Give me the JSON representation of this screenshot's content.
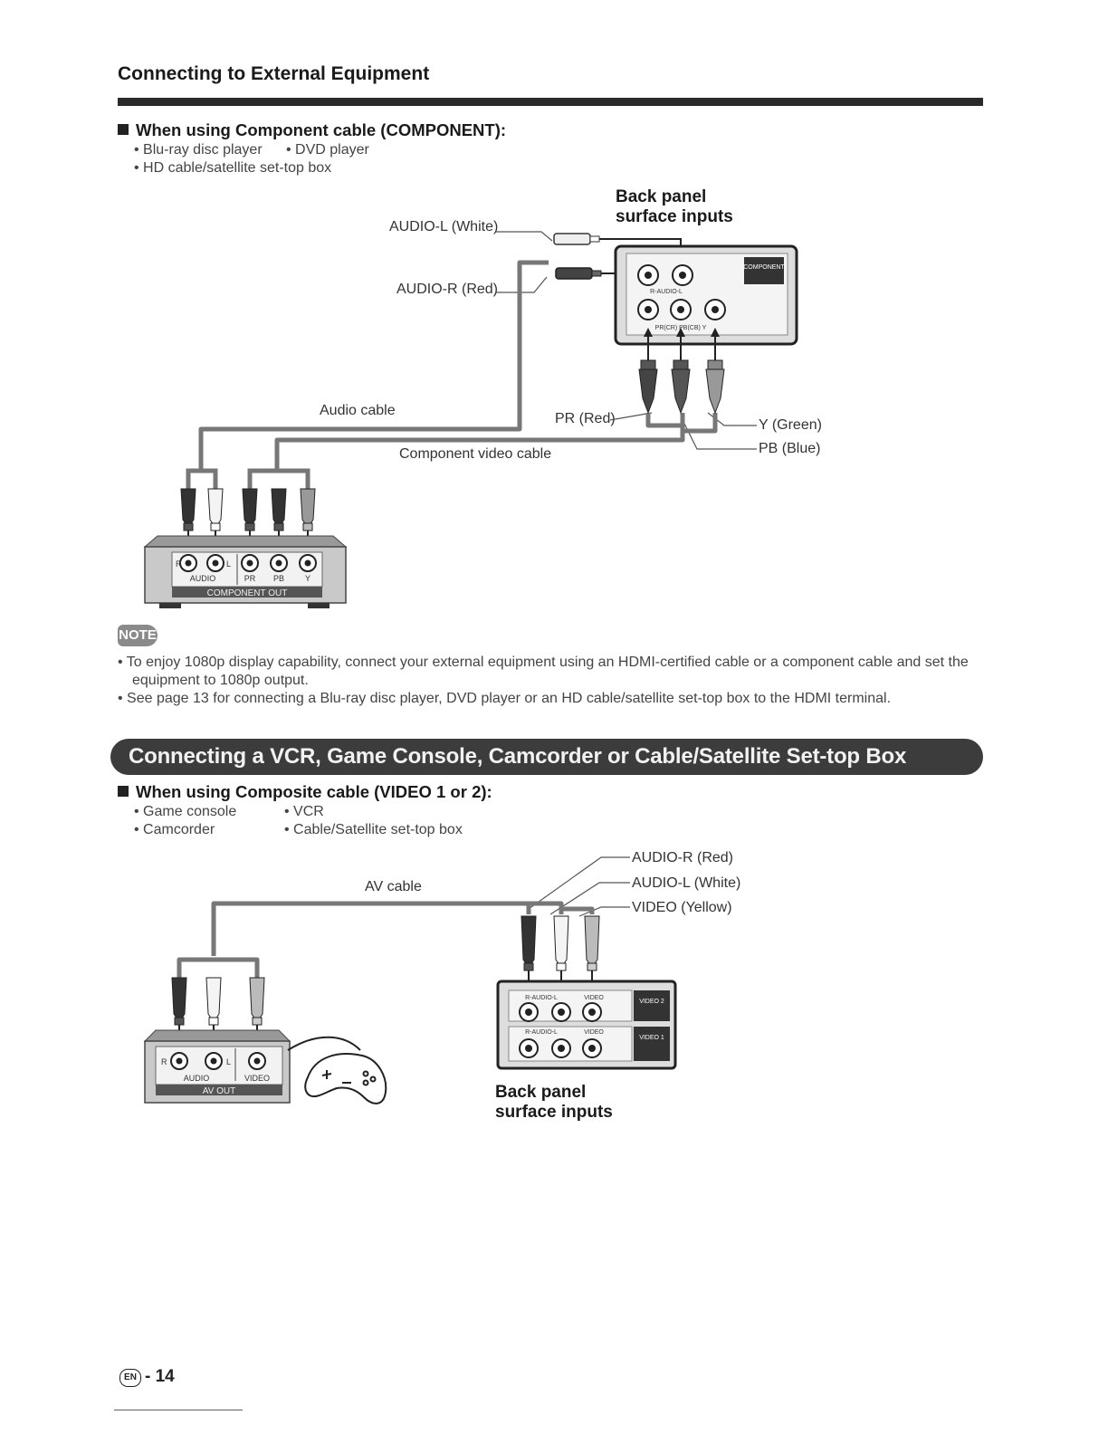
{
  "header": {
    "title": "Connecting to External Equipment"
  },
  "component_section": {
    "heading": "When using Component cable (COMPONENT):",
    "devices": [
      "Blu-ray disc player",
      "DVD player",
      "HD cable/satellite set-top box"
    ],
    "back_panel_label_line1": "Back panel",
    "back_panel_label_line2": "surface inputs",
    "labels": {
      "audio_l": "AUDIO-L (White)",
      "audio_r": "AUDIO-R (Red)",
      "audio_cable": "Audio cable",
      "component_video_cable": "Component video cable",
      "pr": "PR (Red)",
      "y": "Y (Green)",
      "pb": "PB (Blue)"
    },
    "tv_panel": {
      "badge": "COMPONENT",
      "audio_row": "R-AUDIO-L",
      "video_row": "PR(CR)  PB(CB)  Y"
    },
    "device_panel": {
      "audio": "AUDIO",
      "pr": "PR",
      "pb": "PB",
      "y": "Y",
      "r": "R",
      "l": "L",
      "footer": "COMPONENT OUT"
    }
  },
  "note": {
    "badge": "NOTE",
    "items": [
      "To enjoy 1080p display capability, connect your external equipment using an HDMI-certified cable or a component cable and set the equipment to 1080p output.",
      "See page 13 for connecting a Blu-ray disc player, DVD player or an HD cable/satellite set-top box to the HDMI terminal."
    ]
  },
  "banner": {
    "title": "Connecting a VCR, Game Console, Camcorder or Cable/Satellite Set-top Box"
  },
  "composite_section": {
    "heading": "When using Composite cable (VIDEO 1 or 2):",
    "devices": [
      "Game console",
      "VCR",
      "Camcorder",
      "Cable/Satellite set-top box"
    ],
    "labels": {
      "av_cable": "AV cable",
      "audio_r": "AUDIO-R (Red)",
      "audio_l": "AUDIO-L (White)",
      "video": "VIDEO (Yellow)"
    },
    "back_panel_label_line1": "Back panel",
    "back_panel_label_line2": "surface inputs",
    "tv_panel": {
      "row_audio": "R-AUDIO-L",
      "row_video": "VIDEO",
      "badge_top": "VIDEO 2",
      "badge_bottom": "VIDEO 1"
    },
    "device_panel": {
      "audio": "AUDIO",
      "video": "VIDEO",
      "r": "R",
      "l": "L",
      "footer": "AV OUT"
    }
  },
  "footer": {
    "lang": "EN",
    "page": "- 14"
  }
}
